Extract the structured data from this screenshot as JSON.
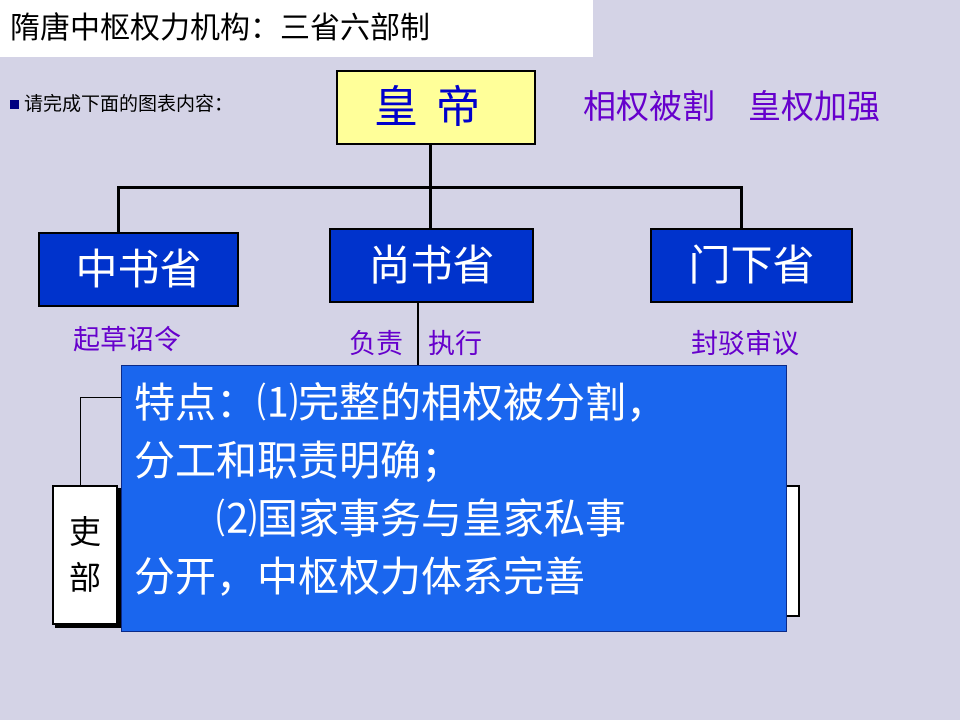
{
  "title": "隋唐中枢权力机构：三省六部制",
  "instruction": "请完成下面的图表内容：",
  "emperor": "皇帝",
  "slogan": "相权被割　皇权加强",
  "departments": {
    "zhongshu": {
      "name": "中书省",
      "duty": "起草诏令"
    },
    "shangshu": {
      "name": "尚书省",
      "duty_left": "负责",
      "duty_right": "执行"
    },
    "menxia": {
      "name": "门下省",
      "duty": "封驳审议"
    }
  },
  "ministry_li": [
    "吏",
    "部"
  ],
  "features": [
    "特点：⑴完整的相权被分割，",
    "分工和职责明确；",
    "　　⑵国家事务与皇家私事",
    "分开，中枢权力体系完善"
  ],
  "colors": {
    "background": "#d4d3e6",
    "dept_box": "#0033cc",
    "feature_box": "#1a66ee",
    "emperor_box": "#ffff99",
    "emperor_text": "#0000cc",
    "accent_text": "#6600cc"
  }
}
